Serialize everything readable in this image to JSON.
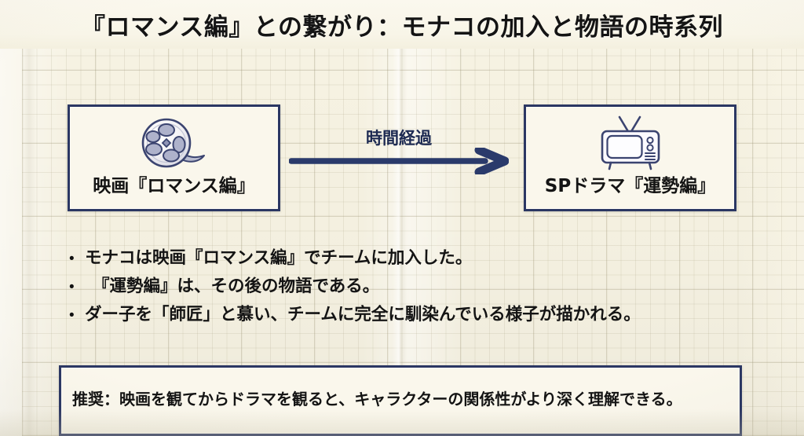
{
  "slide": {
    "title": "『ロマンス編』との繋がり：モナコの加入と物語の時系列",
    "background": "#f6f2e2",
    "accent_color": "#2b3763",
    "text_color": "#141414"
  },
  "timeline": {
    "from_node": {
      "label": "映画『ロマンス編』",
      "icon": "film-reel-icon"
    },
    "to_node": {
      "label": "SPドラマ『運勢編』",
      "icon": "television-icon"
    },
    "arrow": {
      "label": "時間経過",
      "icon": "right-arrow-icon",
      "color": "#2a3a6b"
    }
  },
  "bullets": [
    {
      "marker": "•",
      "text": "モナコは映画『ロマンス編』でチームに加入した。",
      "indent": false
    },
    {
      "marker": "•",
      "text": "『運勢編』は、その後の物語である。",
      "indent": true
    },
    {
      "marker": "•",
      "text": "ダー子を「師匠」と慕い、チームに完全に馴染んでいる様子が描かれる。",
      "indent": false
    }
  ],
  "recommendation": {
    "text": "推奨：映画を観てからドラマを観ると、キャラクターの関係性がより深く理解できる。"
  }
}
